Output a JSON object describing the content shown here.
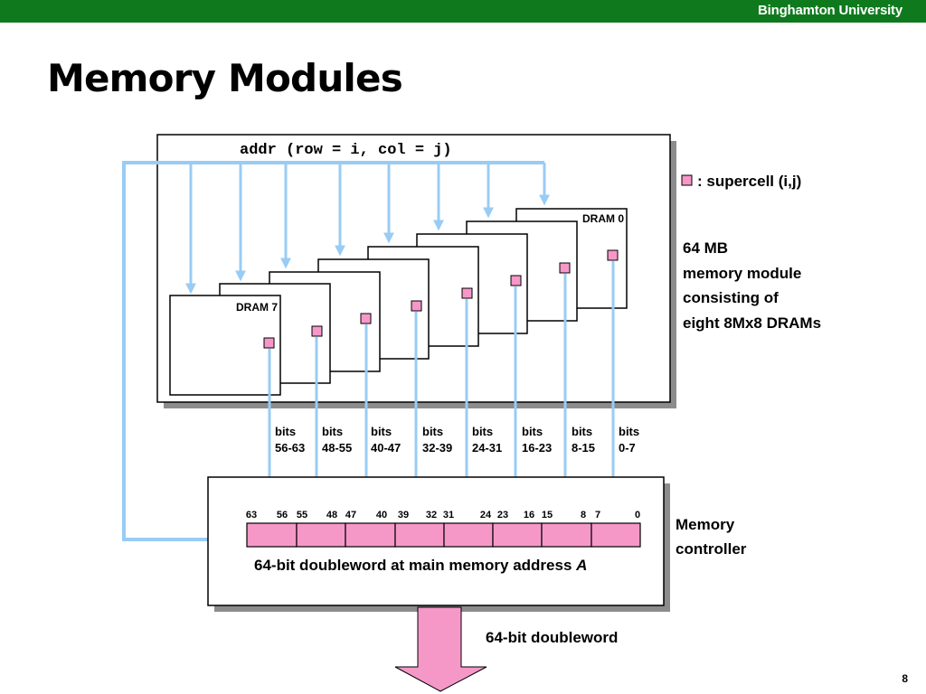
{
  "header": {
    "university": "Binghamton University"
  },
  "slide": {
    "title": "Memory Modules",
    "page_number": "8"
  },
  "diagram": {
    "address_label": "addr (row = i, col = j)",
    "legend_text": ": supercell (i,j)",
    "module_description": [
      "64 MB",
      "memory module",
      "consisting of",
      "eight 8Mx8 DRAMs"
    ],
    "dram_first_label": "DRAM 0",
    "dram_last_label": "DRAM 7",
    "bit_groups": [
      {
        "top": "bits",
        "bottom": "56-63"
      },
      {
        "top": "bits",
        "bottom": "48-55"
      },
      {
        "top": "bits",
        "bottom": "40-47"
      },
      {
        "top": "bits",
        "bottom": "32-39"
      },
      {
        "top": "bits",
        "bottom": "24-31"
      },
      {
        "top": "bits",
        "bottom": "16-23"
      },
      {
        "top": "bits",
        "bottom": "8-15"
      },
      {
        "top": "bits",
        "bottom": "0-7"
      }
    ],
    "register_bit_labels": [
      "63",
      "56",
      "55",
      "48",
      "47",
      "40",
      "39",
      "32",
      "31",
      "24",
      "23",
      "16",
      "15",
      "8",
      "7",
      "0"
    ],
    "controller_caption_prefix": "64-bit doubleword at main memory address ",
    "controller_caption_var": "A",
    "controller_label": [
      "Memory",
      "controller"
    ],
    "output_label": "64-bit doubleword"
  },
  "colors": {
    "header_green": "#0f7a1d",
    "arrow_blue": "#99ccf5",
    "cell_pink": "#f598c8",
    "shadow_gray": "#8c8c8c"
  }
}
